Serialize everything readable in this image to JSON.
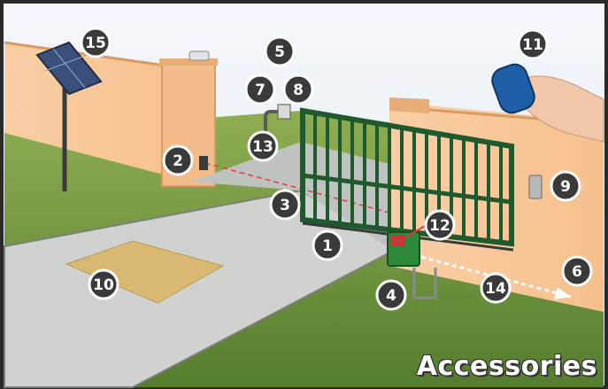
{
  "title": "Accessories",
  "colors": {
    "sky": "#e6eef7",
    "wall": "#f7c79a",
    "pillar": "#f2bc8a",
    "gate": "#1e5a2e",
    "grass": "#6a8f3a",
    "pavement": "#c9ccc8",
    "marker_fill": "#3a3a3a",
    "marker_ring": "#ffffff"
  },
  "markers": [
    {
      "id": "1",
      "label": "1"
    },
    {
      "id": "2",
      "label": "2"
    },
    {
      "id": "3",
      "label": "3"
    },
    {
      "id": "4",
      "label": "4"
    },
    {
      "id": "5",
      "label": "5"
    },
    {
      "id": "6",
      "label": "6"
    },
    {
      "id": "7",
      "label": "7"
    },
    {
      "id": "8",
      "label": "8"
    },
    {
      "id": "9",
      "label": "9"
    },
    {
      "id": "10",
      "label": "10"
    },
    {
      "id": "11",
      "label": "11"
    },
    {
      "id": "12",
      "label": "12"
    },
    {
      "id": "13",
      "label": "13"
    },
    {
      "id": "14",
      "label": "14"
    },
    {
      "id": "15",
      "label": "15"
    }
  ]
}
